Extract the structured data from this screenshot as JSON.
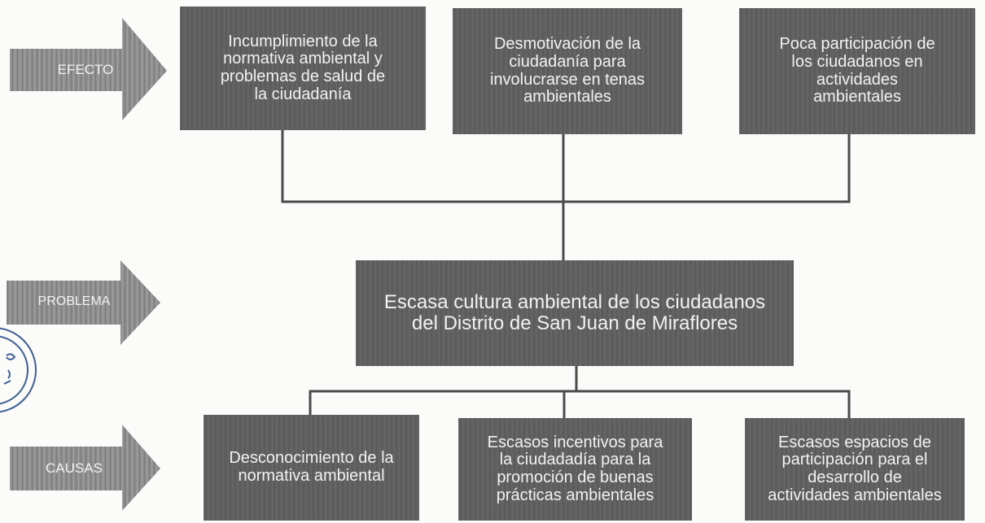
{
  "labels": {
    "effect": "EFECTO",
    "problem": "PROBLEMA",
    "causes": "CAUSAS"
  },
  "effects": [
    "Incumplimiento de la\nnormativa ambiental y\nproblemas de salud de\nla ciudadanía",
    "Desmotivación de la\nciudadanía para\ninvolucrarse en tenas\nambientales",
    "Poca participación de\nlos ciudadanos en\nactividades\nambientales"
  ],
  "problem": "Escasa cultura ambiental de los ciudadanos\ndel Distrito de San Juan de Miraflores",
  "causes": [
    "Desconocimiento de la\nnormativa ambiental",
    "Escasos incentivos para\nla ciudadadía para la\npromoción de buenas\nprácticas ambientales",
    "Escasos espacios de\nparticipación para el\ndesarrollo de\nactividades ambientales"
  ],
  "colors": {
    "box": "#5f5f5f",
    "arrow": "#8c8c8c",
    "text": "#f2f2f2",
    "line": "#4a4a4a"
  }
}
